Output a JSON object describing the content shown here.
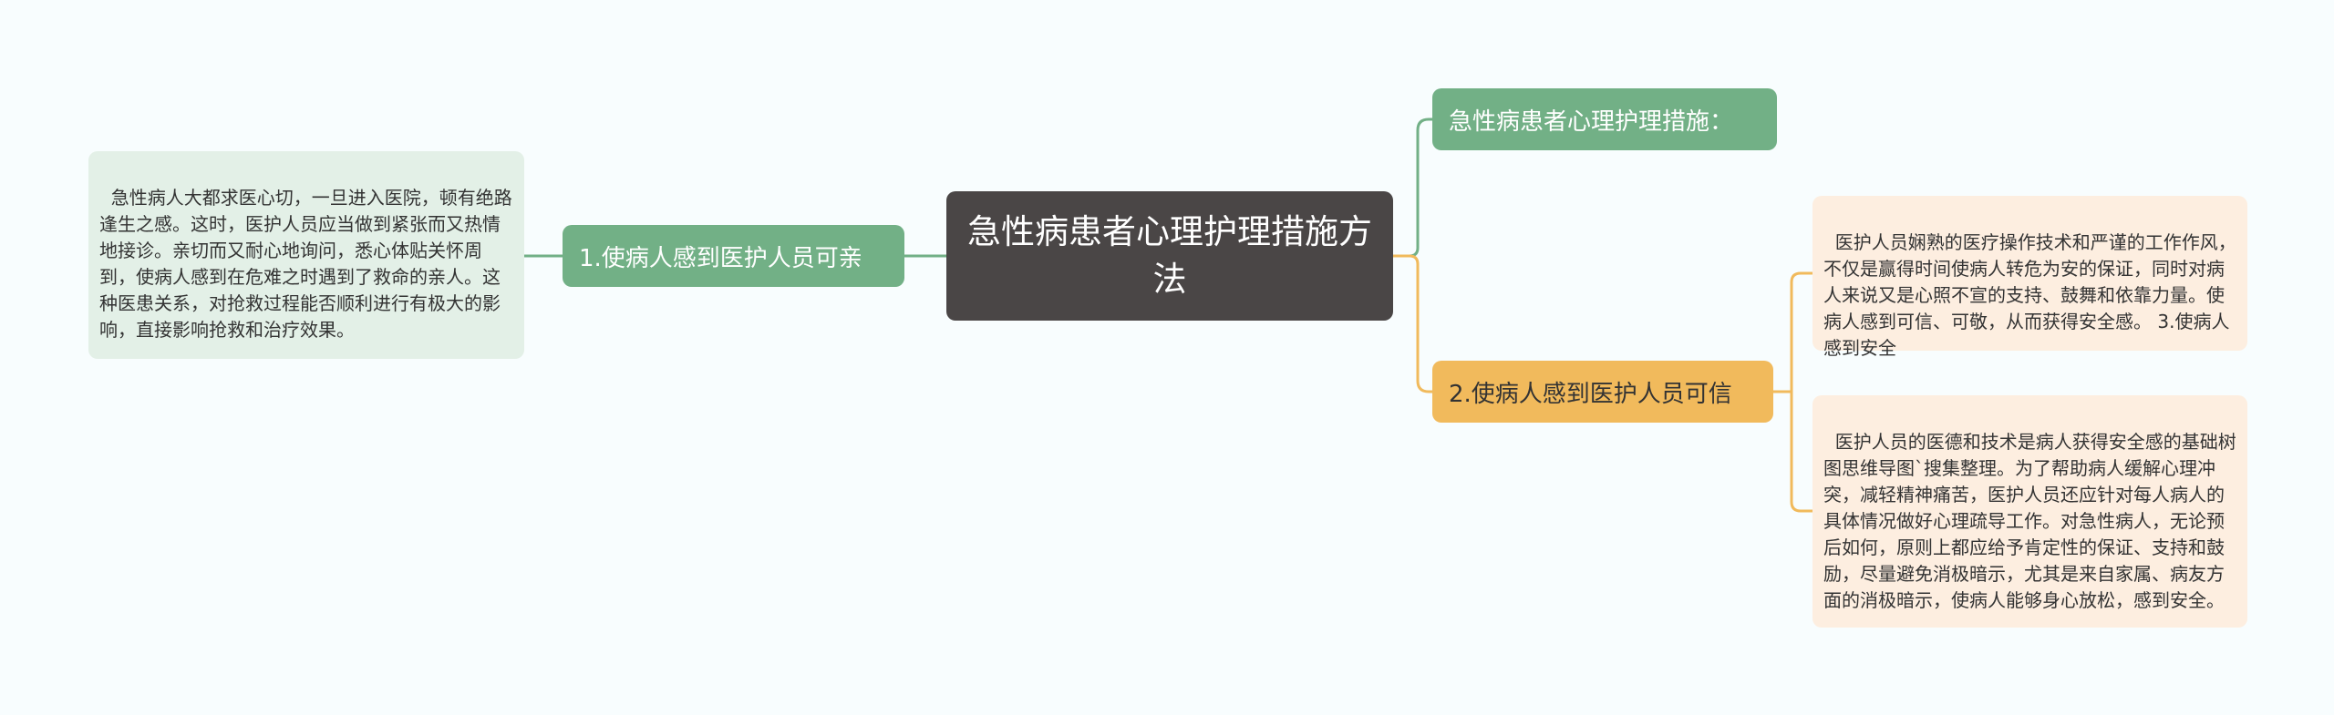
{
  "root": {
    "title": "急性病患者心理护理措施方法"
  },
  "branches": [
    {
      "label": "1.使病人感到医护人员可亲",
      "detail": "急性病人大都求医心切，一旦进入医院，顿有绝路逢生之感。这时，医护人员应当做到紧张而又热情地接诊。亲切而又耐心地询问，悉心体贴关怀周到，使病人感到在危难之时遇到了救命的亲人。这种医患关系，对抢救过程能否顺利进行有极大的影响，直接影响抢救和治疗效果。"
    },
    {
      "label": "急性病患者心理护理措施："
    },
    {
      "label": "2.使病人感到医护人员可信",
      "details": [
        "医护人员娴熟的医疗操作技术和严谨的工作作风，不仅是赢得时间使病人转危为安的保证，同时对病人来说又是心照不宣的支持、鼓舞和依靠力量。使病人感到可信、可敬，从而获得安全感。 3.使病人感到安全",
        "医护人员的医德和技术是病人获得安全感的基础树图思维导图`搜集整理。为了帮助病人缓解心理冲突，减轻精神痛苦，医护人员还应针对每人病人的具体情况做好心理疏导工作。对急性病人，无论预后如何，原则上都应给予肯定性的保证、支持和鼓励，尽量避免消极暗示，尤其是来自家属、病友方面的消极暗示，使病人能够身心放松，感到安全。"
      ]
    }
  ],
  "colors": {
    "background": "#f8fdfe",
    "root": "#4a4646",
    "green_branch": "#72b086",
    "green_leaf": "#e3f0e7",
    "orange_branch": "#f1ba5c",
    "orange_leaf": "#fdeee0"
  }
}
